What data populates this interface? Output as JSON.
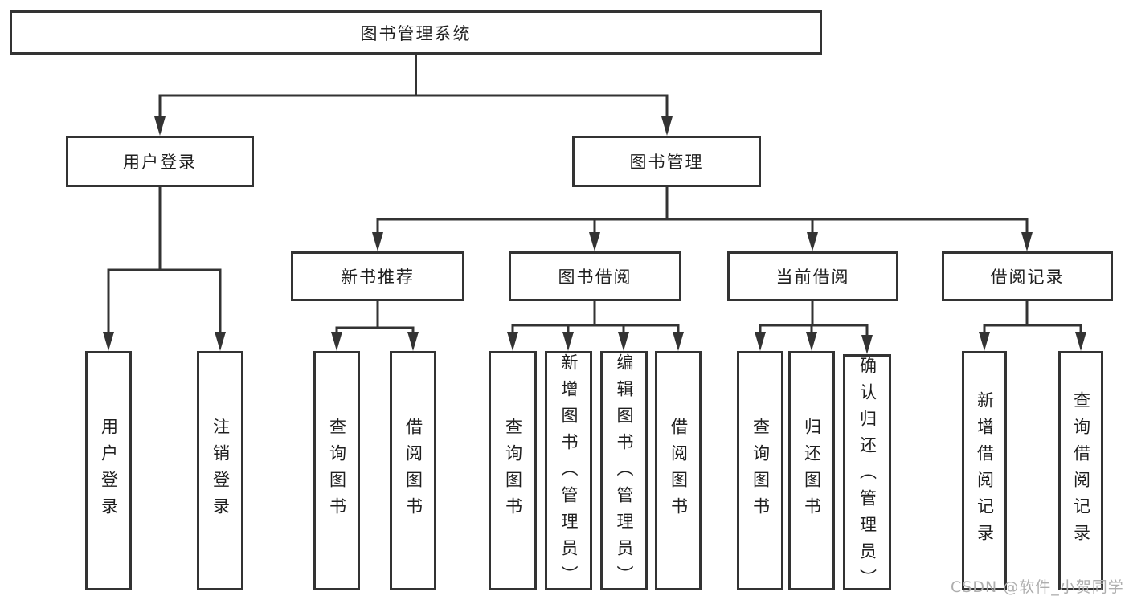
{
  "diagram_title": "图书管理系统",
  "tree": {
    "root": "图书管理系统",
    "branches": [
      {
        "label": "用户登录",
        "children": [
          {
            "label": "用户登录"
          },
          {
            "label": "注销登录"
          }
        ]
      },
      {
        "label": "图书管理",
        "children": [
          {
            "label": "新书推荐",
            "children": [
              {
                "label": "查询图书"
              },
              {
                "label": "借阅图书"
              }
            ]
          },
          {
            "label": "图书借阅",
            "children": [
              {
                "label": "查询图书"
              },
              {
                "label": "新增图书（管理员）"
              },
              {
                "label": "编辑图书（管理员）"
              },
              {
                "label": "借阅图书"
              }
            ]
          },
          {
            "label": "当前借阅",
            "children": [
              {
                "label": "查询图书"
              },
              {
                "label": "归还图书"
              },
              {
                "label": "确认归还（管理员）"
              }
            ]
          },
          {
            "label": "借阅记录",
            "children": [
              {
                "label": "新增借阅记录"
              },
              {
                "label": "查询借阅记录"
              }
            ]
          }
        ]
      }
    ]
  },
  "watermark": "CSDN @软件_小贺同学",
  "colors": {
    "line": "#333333",
    "box_border": "#333333",
    "text": "#1f1f1f",
    "watermark": "#aeaeae",
    "background": "#ffffff"
  }
}
